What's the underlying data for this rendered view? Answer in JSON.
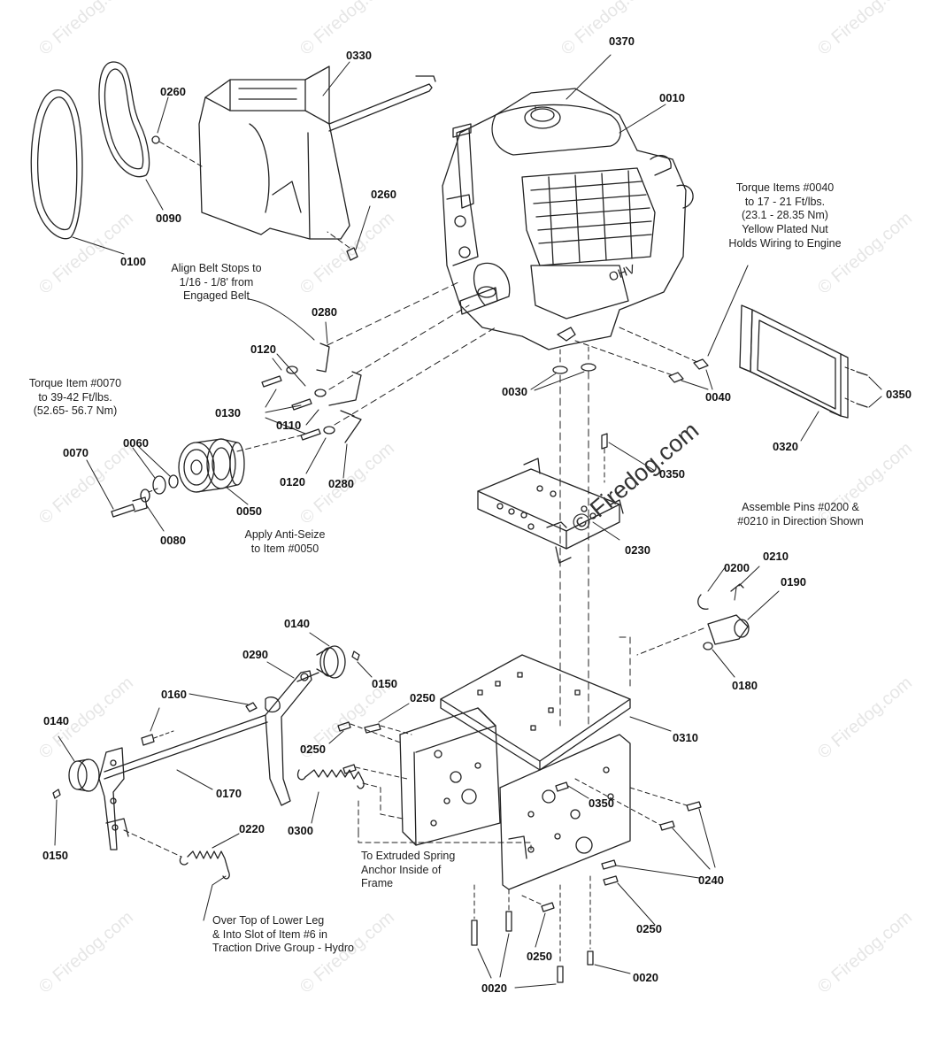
{
  "watermark": {
    "text": "© Firedog.com",
    "center_text": "© Firedog.com"
  },
  "callouts": {
    "c0010": "0010",
    "c0020a": "0020",
    "c0020b": "0020",
    "c0030": "0030",
    "c0040": "0040",
    "c0050": "0050",
    "c0060": "0060",
    "c0070": "0070",
    "c0080": "0080",
    "c0090": "0090",
    "c0100": "0100",
    "c0110": "0110",
    "c0120a": "0120",
    "c0120b": "0120",
    "c0130": "0130",
    "c0140a": "0140",
    "c0140b": "0140",
    "c0150a": "0150",
    "c0150b": "0150",
    "c0160": "0160",
    "c0170": "0170",
    "c0180": "0180",
    "c0190": "0190",
    "c0200": "0200",
    "c0210": "0210",
    "c0220": "0220",
    "c0230": "0230",
    "c0240": "0240",
    "c0250a": "0250",
    "c0250b": "0250",
    "c0250c": "0250",
    "c0250d": "0250",
    "c0260a": "0260",
    "c0260b": "0260",
    "c0280a": "0280",
    "c0280b": "0280",
    "c0290": "0290",
    "c0300": "0300",
    "c0310": "0310",
    "c0320": "0320",
    "c0330": "0330",
    "c0350a": "0350",
    "c0350b": "0350",
    "c0350c": "0350",
    "c0370": "0370"
  },
  "notes": {
    "torque_0040": "Torque Items #0040\nto 17 - 21 Ft/lbs.\n(23.1 - 28.35 Nm)\nYellow Plated Nut\nHolds Wiring to Engine",
    "align_belt": "Align Belt Stops to\n1/16 - 1/8' from\nEngaged Belt",
    "torque_0070": "Torque Item #0070\nto 39-42 Ft/lbs.\n(52.65- 56.7 Nm)",
    "anti_seize": "Apply Anti-Seize\nto Item #0050",
    "assemble_pins": "Assemble Pins #0200 &\n#0210 in Direction Shown",
    "extruded_spring": "To Extruded Spring\nAnchor Inside of\nFrame",
    "over_top": "Over Top of Lower Leg\n& Into Slot of Item #6 in\nTraction Drive Group - Hydro"
  }
}
